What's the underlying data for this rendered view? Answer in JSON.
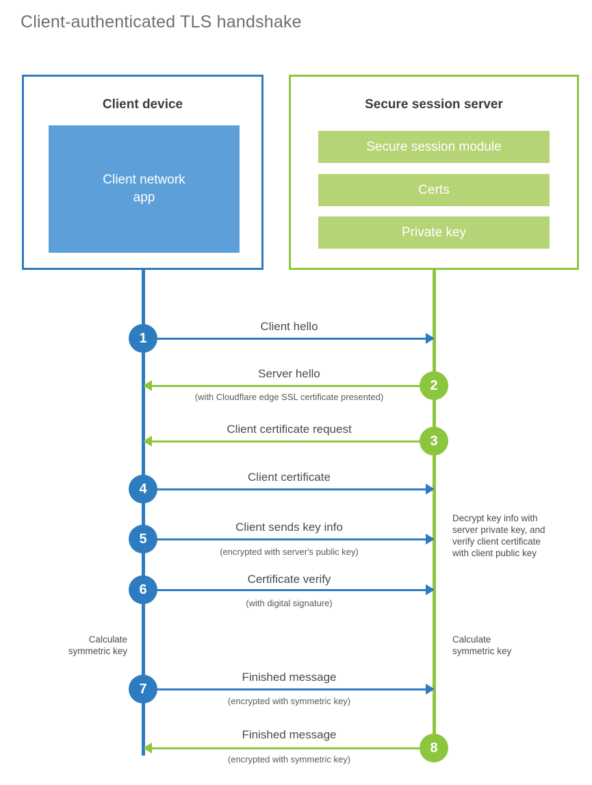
{
  "title": "Client-authenticated TLS handshake",
  "colors": {
    "blue": "#2e7cc0",
    "green": "#8cc63f",
    "blue_fill": "#5d9fd8",
    "green_fill": "#b5d476",
    "text": "#4b4b4d",
    "title_text": "#6d6e71"
  },
  "client": {
    "box_title": "Client device",
    "app_label": "Client network\napp",
    "app_label_line1": "Client network",
    "app_label_line2": "app"
  },
  "server": {
    "box_title": "Secure session server",
    "bars": [
      {
        "label": "Secure session module"
      },
      {
        "label": "Certs"
      },
      {
        "label": "Private key"
      }
    ]
  },
  "steps": [
    {
      "number": "1",
      "label": "Client hello",
      "sub": "",
      "direction": "client-to-server",
      "color": "blue"
    },
    {
      "number": "2",
      "label": "Server hello",
      "sub": "(with Cloudflare edge SSL certificate presented)",
      "direction": "server-to-client",
      "color": "green"
    },
    {
      "number": "3",
      "label": "Client certificate request",
      "sub": "",
      "direction": "server-to-client",
      "color": "green"
    },
    {
      "number": "4",
      "label": "Client certificate",
      "sub": "",
      "direction": "client-to-server",
      "color": "blue"
    },
    {
      "number": "5",
      "label": "Client sends key info",
      "sub": "(encrypted with server's public key)",
      "direction": "client-to-server",
      "color": "blue"
    },
    {
      "number": "6",
      "label": "Certificate verify",
      "sub": "(with digital signature)",
      "direction": "client-to-server",
      "color": "blue"
    },
    {
      "number": "7",
      "label": "Finished message",
      "sub": "(encrypted with symmetric key)",
      "direction": "client-to-server",
      "color": "blue"
    },
    {
      "number": "8",
      "label": "Finished message",
      "sub": "(encrypted with symmetric key)",
      "direction": "server-to-client",
      "color": "green"
    }
  ],
  "notes": {
    "server_decrypt_line1": "Decrypt key info with",
    "server_decrypt_line2": "server private key, and",
    "server_decrypt_line3": "verify client certificate",
    "server_decrypt_line4": "with client public key",
    "client_calc_line1": "Calculate",
    "client_calc_line2": "symmetric key",
    "server_calc_line1": "Calculate",
    "server_calc_line2": "symmetric key"
  }
}
